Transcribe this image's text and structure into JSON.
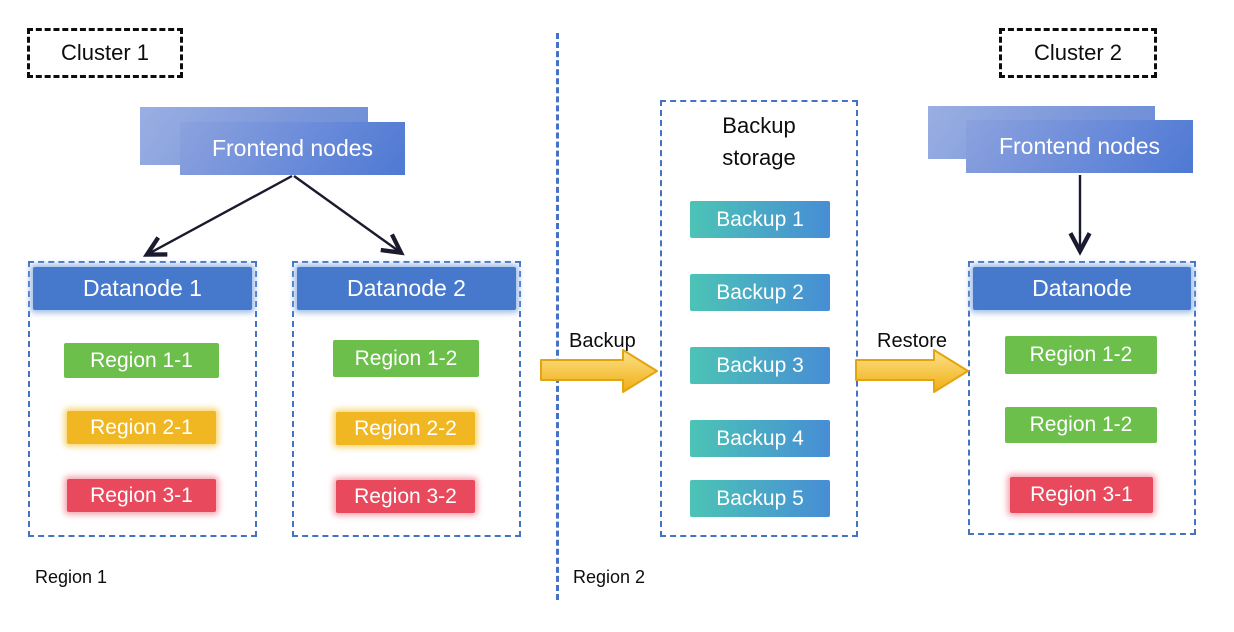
{
  "cluster1": {
    "label": "Cluster 1",
    "frontend_label": "Frontend nodes",
    "datanodes": [
      {
        "title": "Datanode 1",
        "regions": [
          {
            "label": "Region 1-1",
            "color": "green"
          },
          {
            "label": "Region 2-1",
            "color": "yellow"
          },
          {
            "label": "Region 3-1",
            "color": "red"
          }
        ]
      },
      {
        "title": "Datanode 2",
        "regions": [
          {
            "label": "Region 1-2",
            "color": "green"
          },
          {
            "label": "Region 2-2",
            "color": "yellow"
          },
          {
            "label": "Region 3-2",
            "color": "red"
          }
        ]
      }
    ],
    "region_caption": "Region 1"
  },
  "backup": {
    "arrow_label": "Backup",
    "storage_title": "Backup storage",
    "items": [
      "Backup 1",
      "Backup 2",
      "Backup 3",
      "Backup 4",
      "Backup 5"
    ],
    "region_caption": "Region 2"
  },
  "restore": {
    "arrow_label": "Restore"
  },
  "cluster2": {
    "label": "Cluster 2",
    "frontend_label": "Frontend nodes",
    "datanode": {
      "title": "Datanode",
      "regions": [
        {
          "label": "Region 1-2",
          "color": "green"
        },
        {
          "label": "Region 1-2",
          "color": "green"
        },
        {
          "label": "Region 3-1",
          "color": "red"
        }
      ]
    }
  },
  "colors": {
    "container_border_blue": "#4472C4",
    "datanode_header_blue": "#4678CC",
    "frontend_gradient_light": "#8CA2DE",
    "frontend_gradient_dark": "#4E79D3",
    "region_green": "#6CBF4B",
    "region_yellow": "#F0B723",
    "region_red": "#E8495C",
    "backup_gradient_teal": "#4CC4B5",
    "backup_gradient_blue": "#478DD6",
    "flow_arrow_gold": "#F2B31A"
  }
}
